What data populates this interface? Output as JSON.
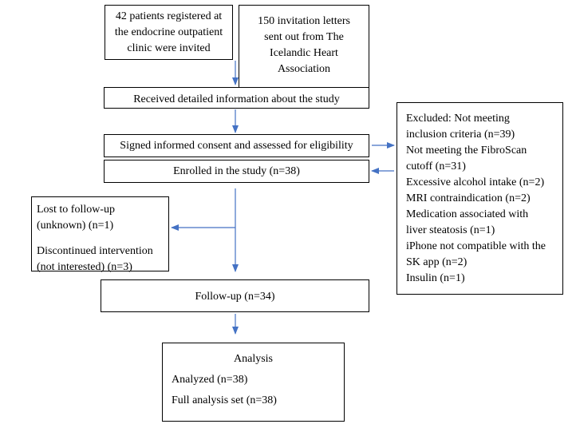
{
  "boxes": {
    "registered": {
      "lines": [
        "42 patients registered at",
        "the endocrine outpatient",
        "clinic were invited"
      ]
    },
    "invitations": {
      "lines": [
        "150 invitation letters",
        "sent out from The",
        "Icelandic Heart",
        "Association"
      ]
    },
    "received_info": {
      "text": "Received detailed information about the study"
    },
    "consent": {
      "text": "Signed informed consent and assessed for eligibility"
    },
    "enrolled": {
      "text": "Enrolled in the study  (n=38)"
    },
    "lost": {
      "lines": [
        "Lost to follow-up",
        "(unknown) (n=1)"
      ],
      "lines2": [
        "Discontinued intervention",
        "(not interested)  (n=3)"
      ]
    },
    "followup": {
      "text": "Follow-up (n=34)"
    },
    "analysis": {
      "title": "Analysis",
      "analyzed": "Analyzed  (n=38)",
      "full_set": "Full analysis set (n=38)"
    },
    "excluded": {
      "lines": [
        "Excluded: Not meeting",
        "inclusion criteria (n=39)",
        "Not meeting the FibroScan",
        "cutoff (n=31)",
        "Excessive alcohol intake (n=2)",
        "MRI contraindication (n=2)",
        "Medication associated with",
        "liver steatosis (n=1)",
        "iPhone not compatible with the",
        "SK app (n=2)",
        "Insulin (n=1)"
      ]
    }
  },
  "colors": {
    "arrow": "#4472c4",
    "border": "#000000"
  }
}
